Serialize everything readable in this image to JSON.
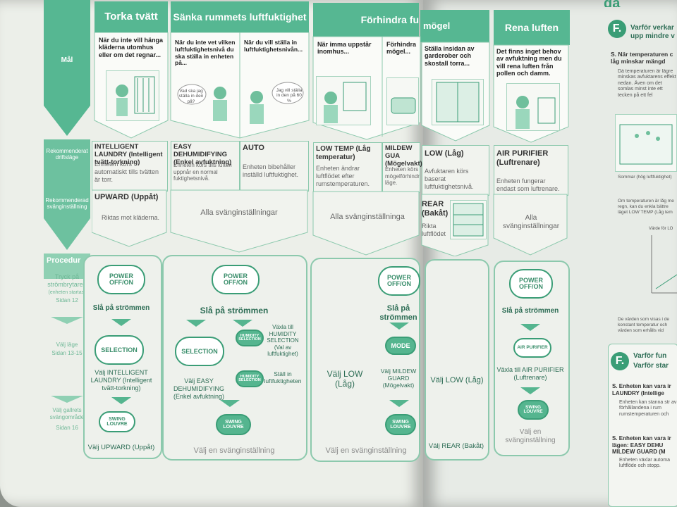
{
  "left_col": {
    "mal": "Mål",
    "rek_drift": "Rekommenderat driftsläge",
    "rek_sving": "Rekommenderad svänginställning",
    "procedur": "Procedur",
    "step1": "Tryck på strömbrytaren",
    "step1_note": "(enheten startas)",
    "step1_page": "Sidan 12",
    "step2": "Välj läge",
    "step2_page": "Sidan 13-15",
    "step3": "Välj gallrets svängområde",
    "step3_page": "Sidan 16"
  },
  "headers": {
    "torka": "Torka tvätt",
    "sanka": "Sänka rummets luftfuktighet",
    "forhindra": "Förhindra fu",
    "mogel": "mögel",
    "rena": "Rena luften"
  },
  "goals": {
    "torka": "När du inte vill hänga kläderna utomhus eller om det regnar...",
    "sanka1": "När du inte vet vilken luftfuktighetsnivå du ska ställa in enheten på...",
    "sanka2": "När du vill ställa in luftfuktighetsnivån...",
    "forh1": "När imma uppstår inomhus...",
    "forh2": "Förhindra mögel...",
    "mogel": "Ställa insidan av garderober och skostall torra...",
    "rena": "Det finns inget behov av avfuktning men du vill rena luften från pollen och damm.",
    "bubble1": "Vad ska jag ställa in den på?",
    "bubble2": "Jag vill ställa in den på 60 %"
  },
  "modes": {
    "il": "INTELLIGENT LAUNDRY (Intelligent tvätt-torkning)",
    "il_desc": "Enheten körs automatiskt tills tvätten är torr.",
    "ed": "EASY DEHUMIDIFYING (Enkel avfuktning)",
    "ed_desc": "Enheten körs tills luften uppnår en normal fuktighetsnivå.",
    "auto": "AUTO",
    "auto_desc": "Enheten bibehåller inställd luftfuktighet.",
    "low": "LOW TEMP (Låg temperatur)",
    "low_desc": "Enheten ändrar luftflödet efter rumstemperaturen.",
    "mg": "MILDEW GUA (Mögelvakt)",
    "mg_desc": "Enheten körs mögelförhindr läge.",
    "lowlag": "LOW (Låg)",
    "lowlag_desc": "Avfuktaren körs baserat luftfuktighetsnivå.",
    "ap": "AIR PURIFIER (Luftrenare)",
    "ap_desc": "Enheten fungerar endast som luftrenare."
  },
  "swing": {
    "upward": "UPWARD (Uppåt)",
    "upward_desc": "Riktas mot kläderna.",
    "alla1": "Alla svänginställningar",
    "alla2": "Alla svänginställninga",
    "rear": "REAR (Bakåt)",
    "rear_desc": "Rikta luftflödet",
    "alla3": "Alla svänginställningar"
  },
  "buttons": {
    "power": "POWER OFF/ON",
    "selection": "SELECTION",
    "humidity": "HUMIDITY SELECTION",
    "swing": "SWING LOUVRE",
    "mode": "MODE",
    "air": "AIR PURIFIER"
  },
  "procedure": {
    "sla": "Slå på strömmen",
    "il_sel": "Välj INTELLIGENT LAUNDRY (Intelligent tvätt-torkning)",
    "ed_sel": "Välj EASY DEHUMIDIFYING (Enkel avfuktning)",
    "vaxla": "Växla till HUMIDITY SELECTION (Val av luftfuktighet)",
    "stall": "Ställ in luftfuktigheten",
    "valj_upward": "Välj UPWARD (Uppåt)",
    "valj_sving": "Välj en svänginställning",
    "valj_low": "Välj LOW (Låg)",
    "valj_mg": "Välj MILDEW GUARD (Mögelvakt)",
    "valj_sving2": "Välj en svänginställning",
    "valj_low2": "Välj LOW (Låg)",
    "valj_rear": "Välj REAR (Bakåt)",
    "vaxla_ap": "Växla till AIR PURIFIER (Luftrenare)",
    "valj_sving3": "Välj en svänginställning"
  },
  "right": {
    "title1": "Varför verkar upp mindre v",
    "s1": "S. När temperaturen c låg minskar mängd",
    "s1_body": "Då temperaturen är lägre minskas avfuktarens effekt nedan. Även om det somlas minst inte ett tecken på ett fel",
    "caption": "Sommar (hög luftfuktighet)",
    "note": "Om temperaturen är låg me regn, kan du enkla bättre läget LOW TEMP (Låg tem",
    "chart_title": "Värde för LO",
    "note2": "De värden som visas i de konstant temperatur och värden som erhålls vid",
    "title2a": "Varför fun",
    "title2b": "Varför star",
    "s2": "S. Enheten kan vara ir LAUNDRY (Intellige",
    "s2_body": "Enheten kan stanna str av förhållandena i rum rumstemperaturen och",
    "s3": "S. Enheten kan vara ir lägen: EASY DEHU MILDEW GUARD (M",
    "s3_body": "Enheten växlar automa luftflöde och stopp.",
    "top": "ga"
  }
}
